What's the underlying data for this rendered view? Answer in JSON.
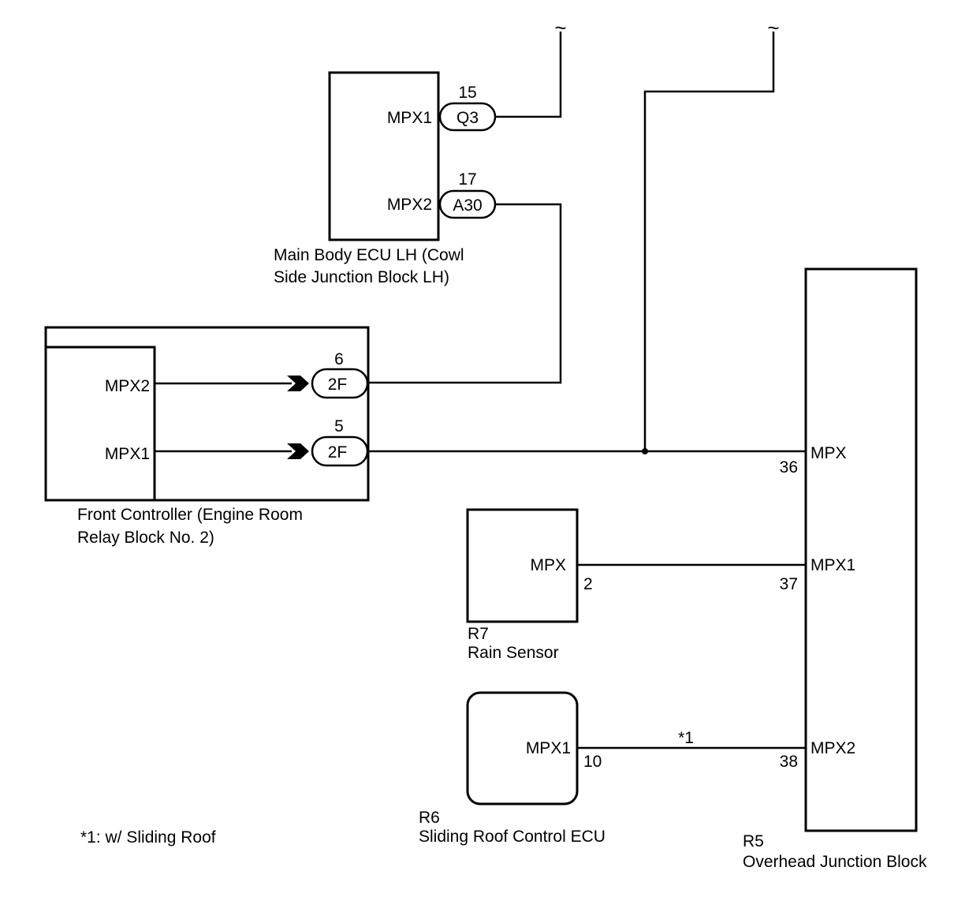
{
  "main_body_ecu": {
    "name_line1": "Main Body ECU LH (Cowl",
    "name_line2": "Side Junction Block LH)",
    "pin1": {
      "label": "MPX1",
      "connector": "Q3",
      "number": "15"
    },
    "pin2": {
      "label": "MPX2",
      "connector": "A30",
      "number": "17"
    }
  },
  "front_controller": {
    "name_line1": "Front Controller (Engine Room",
    "name_line2": "Relay Block No. 2)",
    "pin_mpx2": {
      "label": "MPX2",
      "connector": "2F",
      "number": "6"
    },
    "pin_mpx1": {
      "label": "MPX1",
      "connector": "2F",
      "number": "5"
    }
  },
  "rain_sensor": {
    "code": "R7",
    "name": "Rain Sensor",
    "pin": {
      "label": "MPX",
      "number": "2"
    }
  },
  "sliding_roof_ecu": {
    "code": "R6",
    "name": "Sliding Roof Control ECU",
    "pin": {
      "label": "MPX1",
      "number": "10"
    },
    "wire_note": "*1"
  },
  "overhead_junction_block": {
    "code": "R5",
    "name": "Overhead Junction Block",
    "pins": [
      {
        "label": "MPX",
        "number": "36"
      },
      {
        "label": "MPX1",
        "number": "37"
      },
      {
        "label": "MPX2",
        "number": "38"
      }
    ]
  },
  "break_symbol": "~",
  "footnote": "*1: w/ Sliding Roof"
}
